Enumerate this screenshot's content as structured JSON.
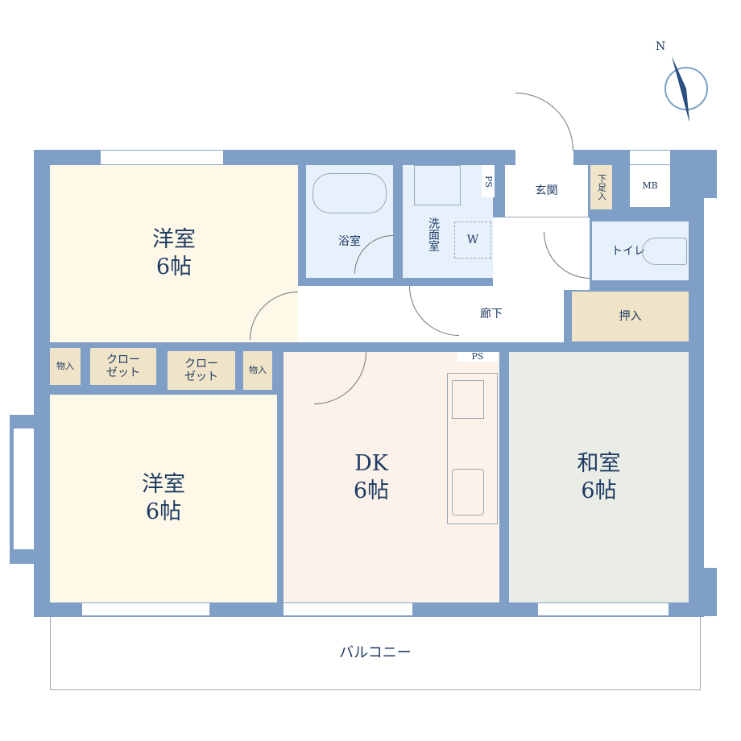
{
  "rooms": {
    "western_top": {
      "name": "洋室",
      "size": "6帖"
    },
    "western_bottom": {
      "name": "洋室",
      "size": "6帖"
    },
    "dk": {
      "name": "DK",
      "size": "6帖"
    },
    "japanese": {
      "name": "和室",
      "size": "6帖"
    },
    "bathroom": {
      "name": "浴室"
    },
    "washroom": {
      "name": "洗面室"
    },
    "washer": {
      "name": "W"
    },
    "entrance": {
      "name": "玄関"
    },
    "shoe_storage": {
      "name": "下足入"
    },
    "meter_box": {
      "name": "MB"
    },
    "toilet": {
      "name": "トイレ"
    },
    "hallway": {
      "name": "廊下"
    },
    "oshiire": {
      "name": "押入"
    },
    "ps_top": {
      "name": "PS"
    },
    "ps_kitchen": {
      "name": "PS"
    },
    "storage_left": {
      "name": "物入"
    },
    "closet_left": {
      "name": "クロー\nゼット"
    },
    "closet_right": {
      "name": "クロー\nゼット"
    },
    "storage_right": {
      "name": "物入"
    },
    "balcony": {
      "name": "バルコニー"
    }
  },
  "compass": {
    "label": "N"
  },
  "colors": {
    "wall": "#7f9fc6",
    "text": "#1f3b63",
    "western": "#fdf8e8",
    "wet": "#e7f1fb",
    "dk": "#fcf2ea",
    "japanese": "#e9ede5",
    "storage": "#f0e4c8"
  }
}
